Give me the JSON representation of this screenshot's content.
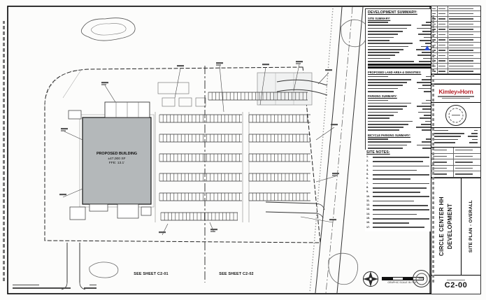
{
  "page": {
    "project_title_line1": "CIRCLE CENTER HH",
    "project_title_line2": "DEVELOPMENT",
    "sheet_title": "SITE PLAN - OVERALL",
    "sheet_number": "C2-00"
  },
  "plan": {
    "building_label_line1": "PROPOSED BUILDING",
    "building_label_line2": "±47,000 SF",
    "building_label_line3": "FFE: 13.1'",
    "match_label_left": "SEE SHEET C2-01",
    "match_label_right": "SEE SHEET C2-02"
  },
  "panels": {
    "development_summary": {
      "title": "DEVELOPMENT SUMMARY:",
      "site_summary_heading": "SITE SUMMARY:",
      "land_area_heading": "PROPOSED LAND AREA & DENSITIES:",
      "parking_heading": "PARKING SUMMARY:",
      "bicycle_heading": "BICYCLE PARKING SUMMARY:"
    },
    "site_notes": {
      "title": "SITE NOTES:",
      "note_count": 17
    }
  },
  "titleblock": {
    "firm_logo": "Kimley»Horn",
    "scale_note": "GRAPHIC SCALE IN FEET"
  },
  "colors": {
    "brand_red": "#b6252c",
    "revision_blue": "#2b4fd7",
    "building_fill": "#b4b8ba"
  }
}
